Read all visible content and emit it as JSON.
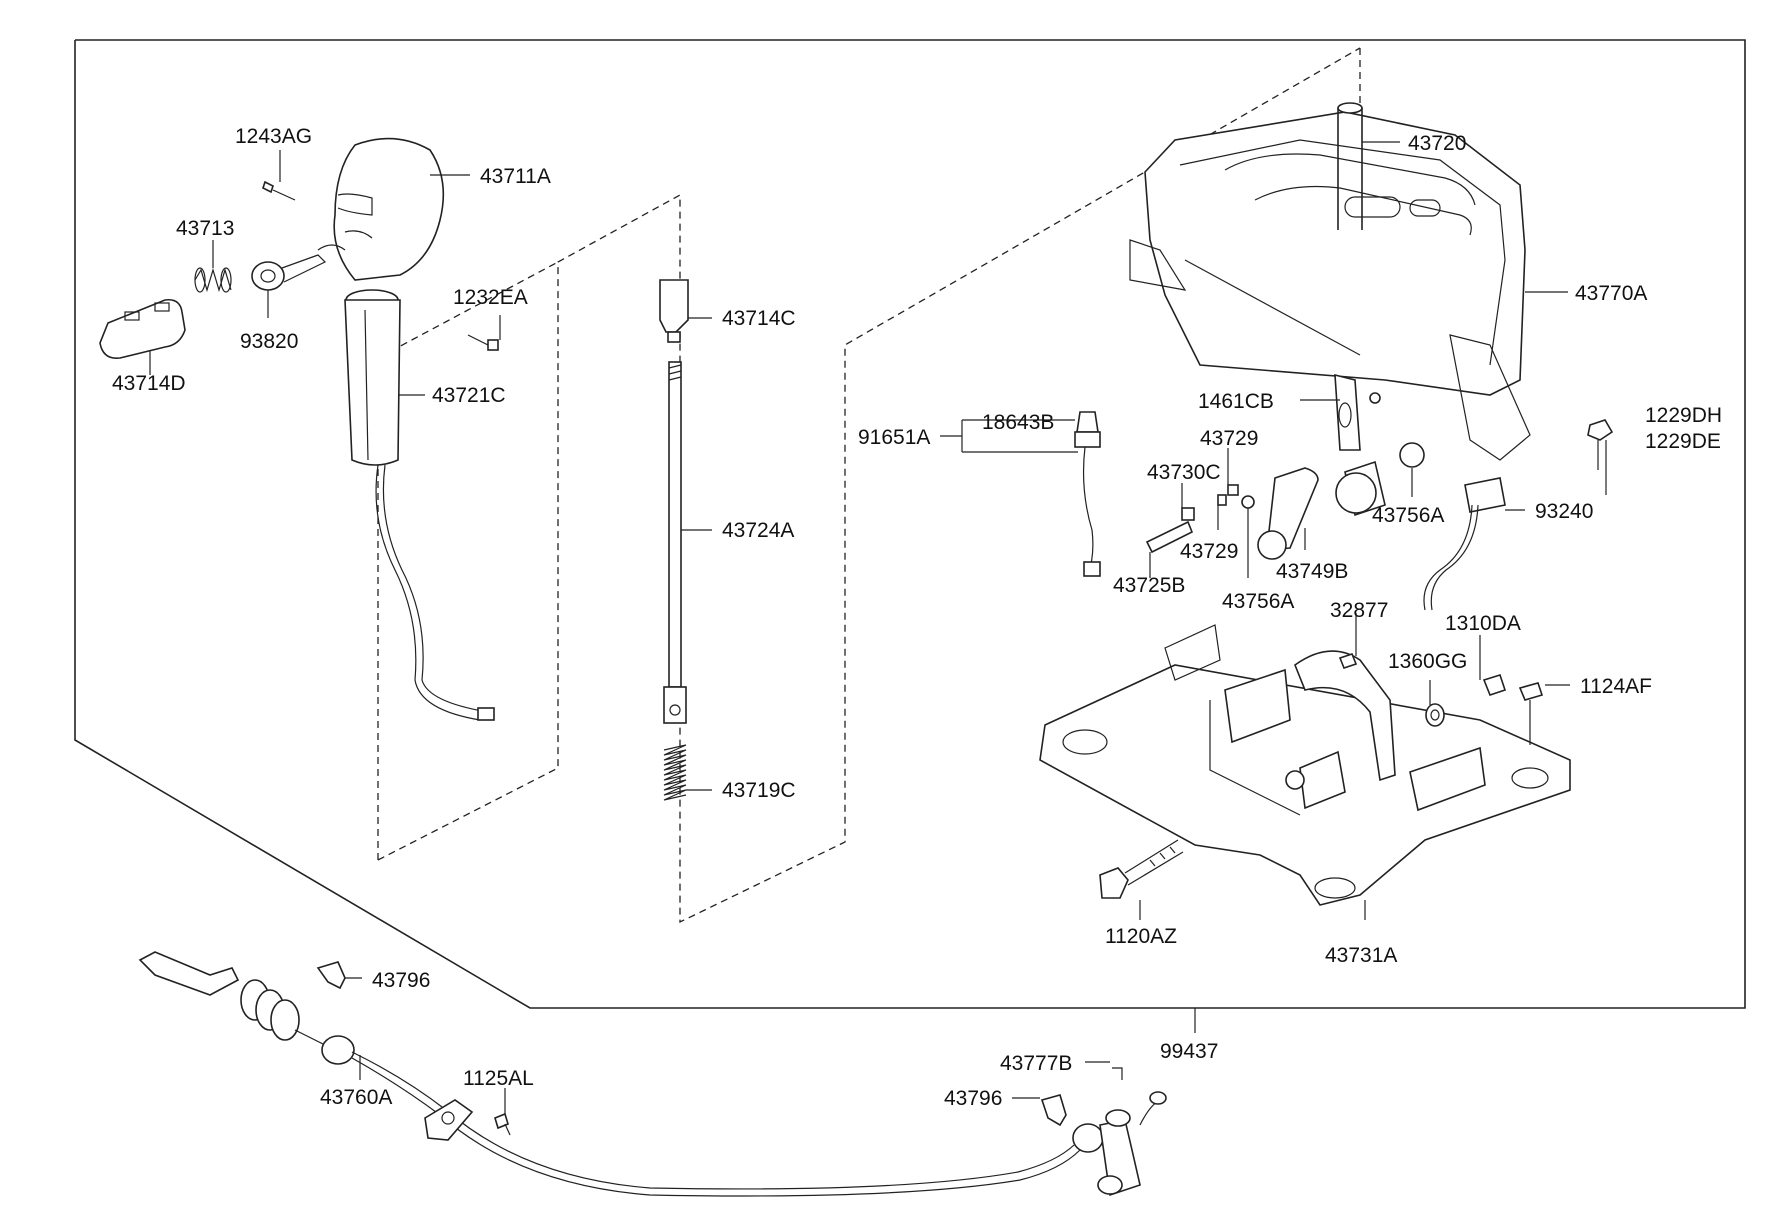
{
  "parts": {
    "p1243AG": "1243AG",
    "p43711A": "43711A",
    "p43713": "43713",
    "p1232EA": "1232EA",
    "p93820": "93820",
    "p43714D": "43714D",
    "p43721C": "43721C",
    "p43714C": "43714C",
    "p43724A": "43724A",
    "p43719C": "43719C",
    "p43720": "43720",
    "p43770A": "43770A",
    "p1461CB": "1461CB",
    "p91651A": "91651A",
    "p18643B": "18643B",
    "p43729a": "43729",
    "p43730C": "43730C",
    "p1229DH": "1229DH",
    "p1229DE": "1229DE",
    "p43756Aa": "43756A",
    "p93240": "93240",
    "p43729b": "43729",
    "p43749B": "43749B",
    "p43725B": "43725B",
    "p43756Ab": "43756A",
    "p32877": "32877",
    "p1310DA": "1310DA",
    "p1360GG": "1360GG",
    "p1124AF": "1124AF",
    "p1120AZ": "1120AZ",
    "p43731A": "43731A",
    "p43796a": "43796",
    "p99437": "99437",
    "p43760A": "43760A",
    "p1125AL": "1125AL",
    "p43777B": "43777B",
    "p43796b": "43796"
  }
}
